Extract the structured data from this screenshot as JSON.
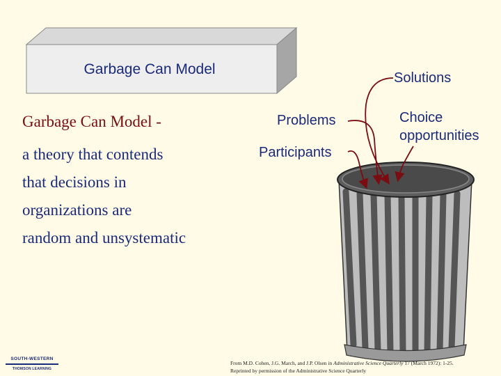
{
  "title_box": {
    "label": "Garbage Can Model"
  },
  "definition": {
    "heading": "Garbage Can Model -",
    "lines": [
      "a theory that contends",
      "that decisions in",
      "organizations are",
      "random and unsystematic"
    ]
  },
  "diagram": {
    "labels": {
      "solutions": "Solutions",
      "problems": "Problems",
      "participants": "Participants",
      "choice_line1": "Choice",
      "choice_line2": "opportunities"
    }
  },
  "citation": {
    "line1_prefix": "From M.D. Cohen, J.G. March, and J.P. Olsen in ",
    "line1_journal": "Administrative Science Quarterly",
    "line1_suffix": " 17 (March 1972): 1-25.",
    "line2": "Reprinted by permission of the Administrative Science Quarterly"
  },
  "logo": {
    "line1": "SOUTH-WESTERN",
    "line2": "THOMSON LEARNING"
  },
  "colors": {
    "background": "#fffbe6",
    "text_blue": "#1a2a78",
    "heading_red": "#7a0d12",
    "box_front": "#eeeeee",
    "box_top": "#d9d9d9",
    "box_side": "#a6a6a6",
    "arrow": "#7a0d12",
    "can_dark": "#555555",
    "can_light": "#c4c4c4"
  },
  "icons": {
    "garbage_can": "trash-can-icon",
    "arrow": "arrow-icon"
  }
}
